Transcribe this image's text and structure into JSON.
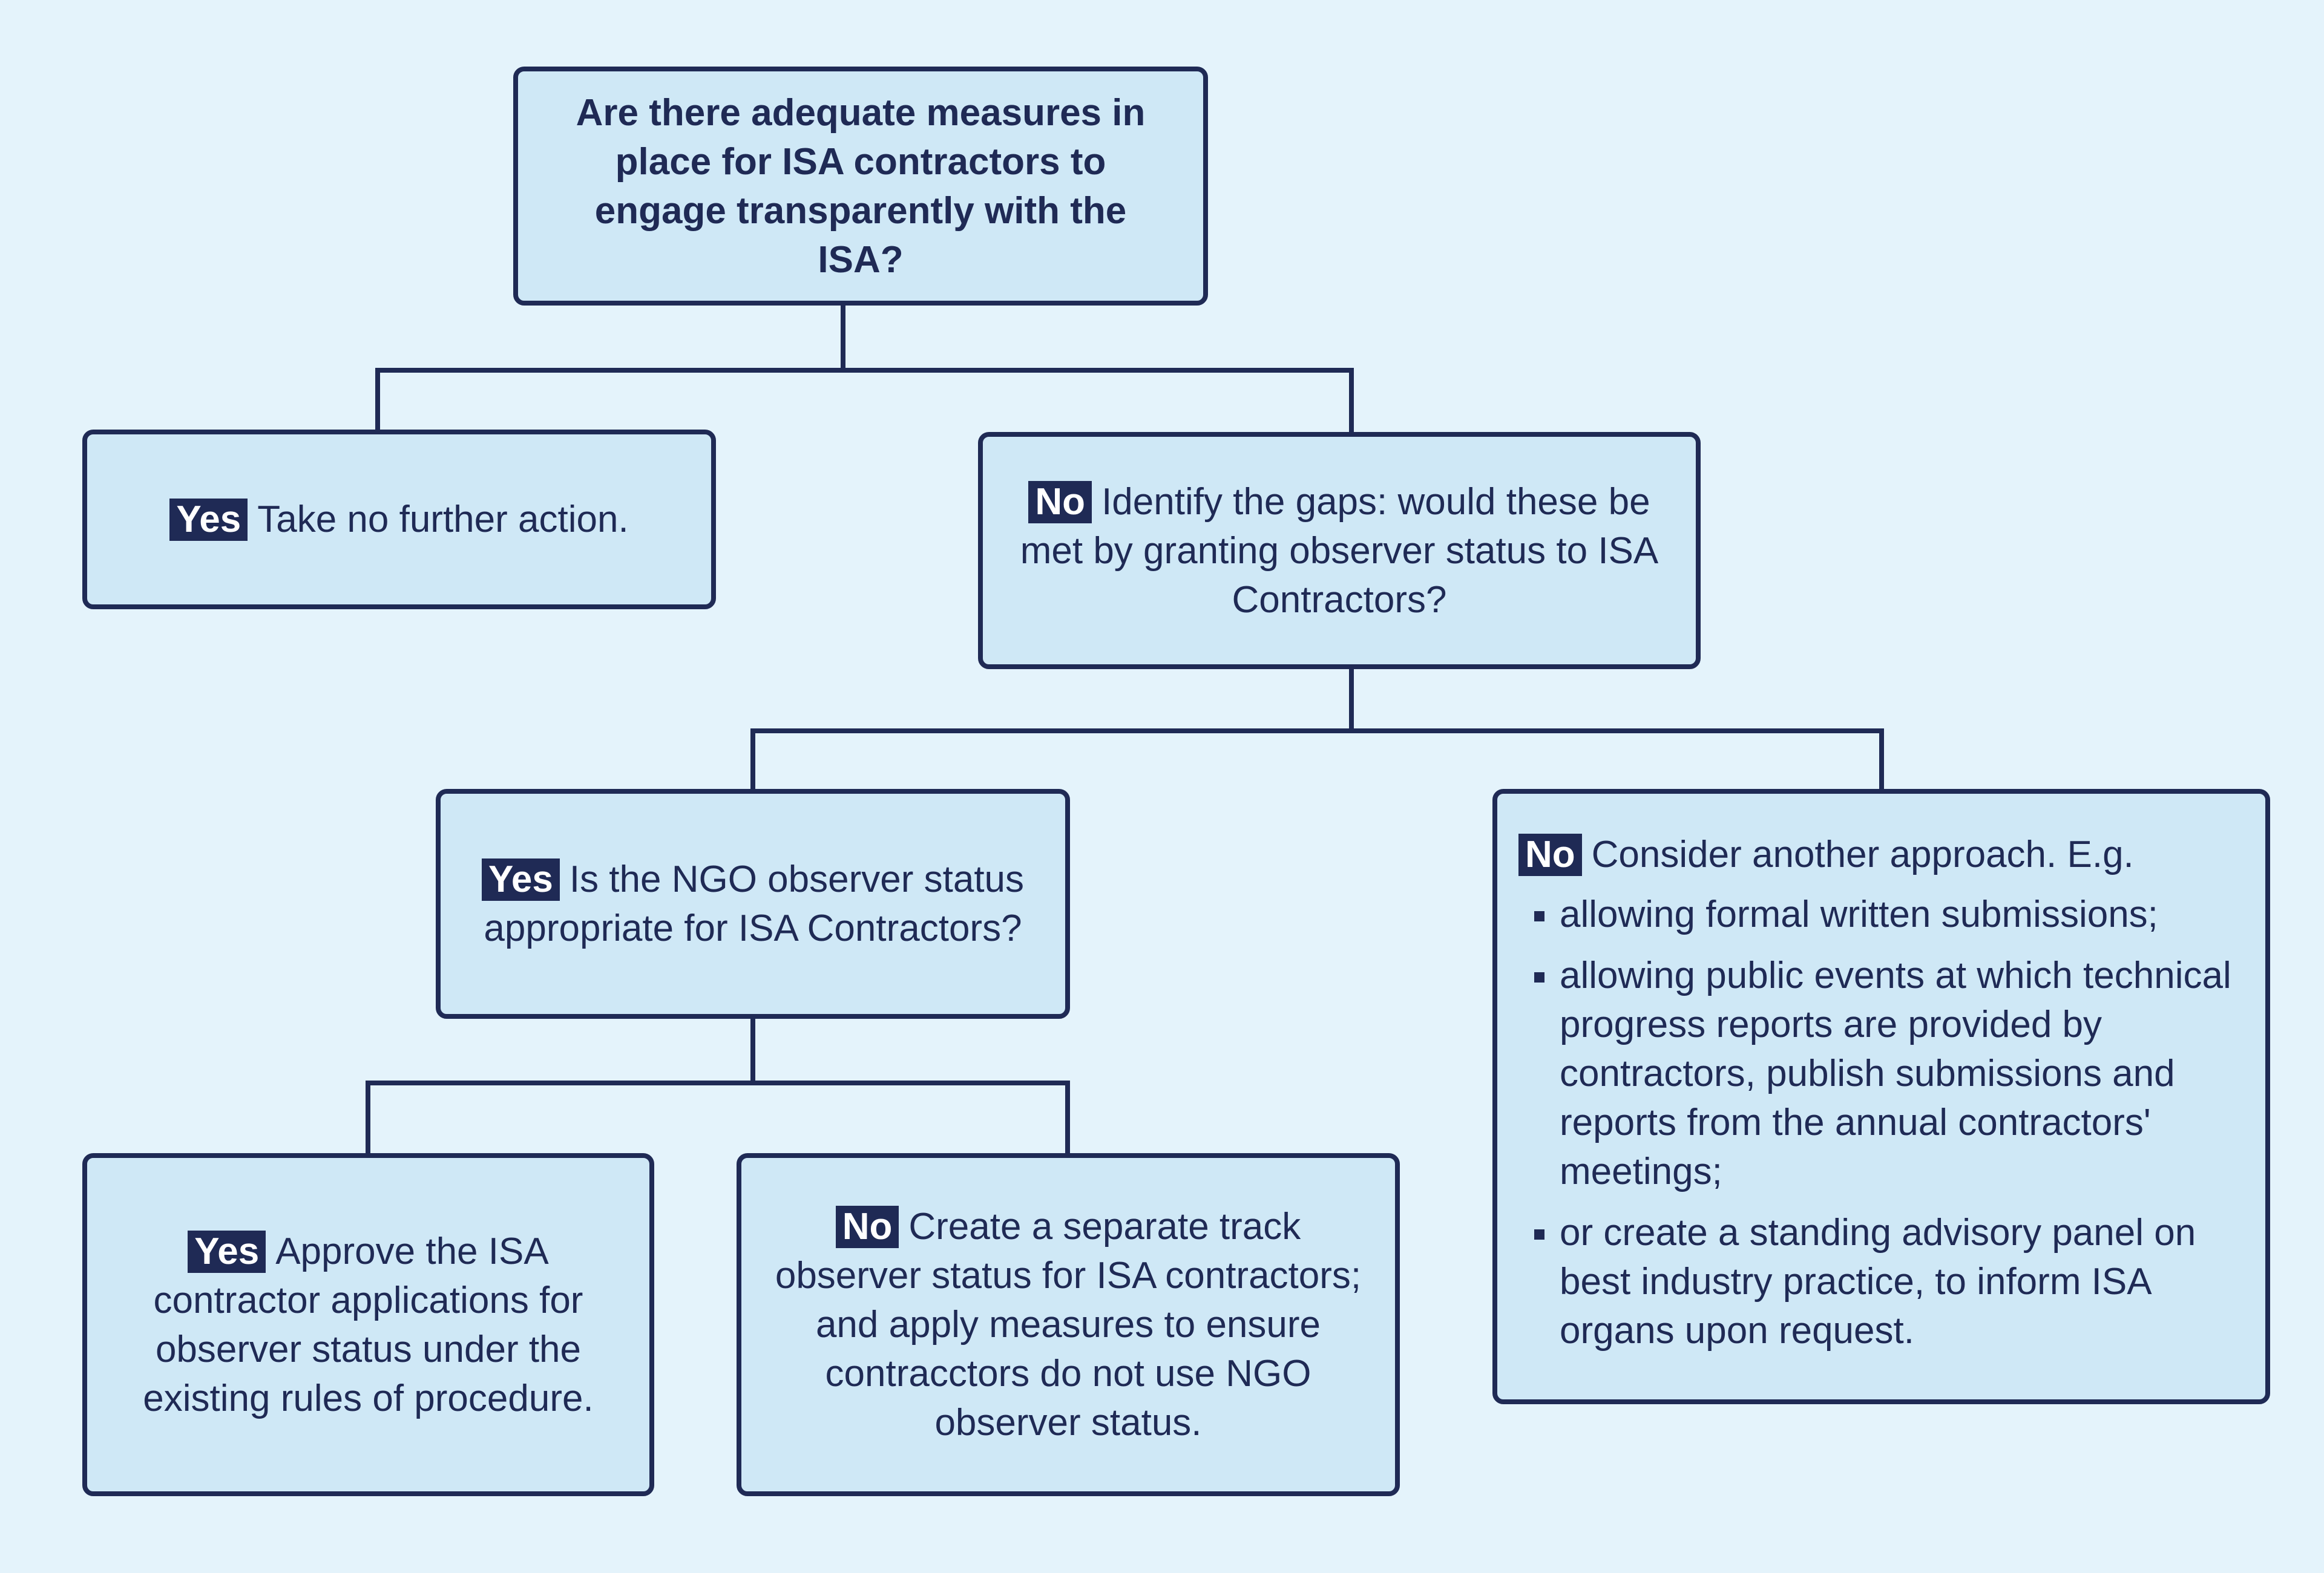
{
  "nodes": {
    "q1": {
      "text": "Are there adequate measures in place for ISA contractors to engage transparently with the ISA?"
    },
    "yes1": {
      "tag": "Yes",
      "text": "Take no further action."
    },
    "no1": {
      "tag": "No",
      "text": "Identify the gaps: would these be met by granting observer status to ISA Contractors?"
    },
    "yes2": {
      "tag": "Yes",
      "text": "Is the NGO observer status appropriate for ISA Contractors?"
    },
    "no2": {
      "tag": "No",
      "text": "Consider another approach. E.g.",
      "bullets": [
        "allowing formal written submissions;",
        "allowing public events at which technical progress reports are provided by contractors, publish submissions and reports from the annual contractors' meetings;",
        "or create a standing advisory panel on best industry practice, to inform ISA organs upon request."
      ]
    },
    "yes3": {
      "tag": "Yes",
      "text": "Approve the ISA contractor applications for observer status under the existing rules of procedure."
    },
    "no3": {
      "tag": "No",
      "text": "Create a separate track observer status for ISA contractors; and apply measures to ensure contracctors do not use NGO observer status."
    }
  },
  "colors": {
    "background": "#e4f3fb",
    "node_fill": "#cfe8f6",
    "stroke": "#1f2a55",
    "tag_text": "#ffffff"
  }
}
